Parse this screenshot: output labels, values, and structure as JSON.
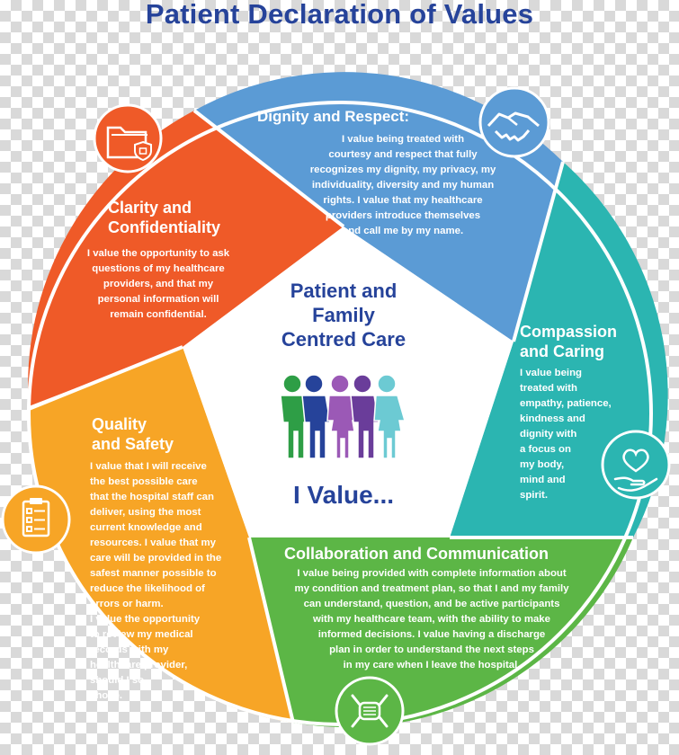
{
  "title": "Patient Declaration of Values",
  "center": {
    "heading": "Patient and\nFamily\nCentred Care",
    "tagline": "I Value..."
  },
  "segments": {
    "dignity": {
      "heading": "Dignity and Respect:",
      "body": "I value being treated with\ncourtesy and respect that fully\nrecognizes my dignity, my privacy, my\nindividuality, diversity and my human\nrights. I value that my healthcare\nproviders introduce themselves\nand call me by my name.",
      "color": "#5b9bd5",
      "icon": "handshake-icon"
    },
    "compassion": {
      "heading": "Compassion\nand Caring",
      "body": "I value being\ntreated with\nempathy, patience,\nkindness and\ndignity with\na focus on\nmy body,\nmind and\nspirit.",
      "color": "#2bb5b1",
      "icon": "heart-in-hand-icon"
    },
    "collaboration": {
      "heading": "Collaboration and Communication",
      "body": "I value being provided with complete information about\nmy condition and treatment plan, so that I and my family\ncan understand, question, and be active participants\nwith my healthcare team, with the ability to make\ninformed decisions. I value having a discharge\nplan in order to understand the next steps\nin my care when I leave the hospital.",
      "color": "#5cb646",
      "icon": "joined-hands-icon"
    },
    "quality": {
      "heading": "Quality\nand Safety",
      "body": "I value that I will receive\nthe best possible care\nthat the hospital staff can\ndeliver, using the most\ncurrent knowledge and\nresources. I value that my\ncare will be provided in the\nsafest manner possible to\nreduce the likelihood of\nerrors or harm.\nI value the opportunity\nto review my medical\nrecords with my\nhealthcare provider,\nshould I so\nchose.",
      "color": "#f7a526",
      "icon": "clipboard-checklist-icon"
    },
    "clarity": {
      "heading": "Clarity and\nConfidentiality",
      "body": "I value the opportunity to ask\nquestions of my healthcare\nproviders, and that my\npersonal information will\nremain confidential.",
      "color": "#ef5a28",
      "icon": "folder-lock-icon"
    }
  },
  "people_colors": [
    "#2e9e46",
    "#26439a",
    "#9b59b6",
    "#6a3d9a",
    "#6ccad3"
  ]
}
